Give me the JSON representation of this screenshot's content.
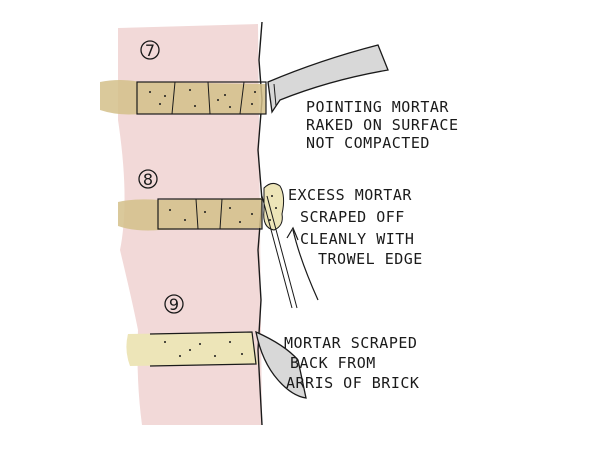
{
  "steps": [
    {
      "number": "7",
      "note": [
        "POINTING MORTAR",
        "RAKED ON SURFACE",
        "NOT COMPACTED"
      ]
    },
    {
      "number": "8",
      "note": [
        "EXCESS MORTAR",
        "SCRAPED OFF",
        "CLEANLY WITH",
        "TROWEL EDGE"
      ]
    },
    {
      "number": "9",
      "note": [
        "MORTAR SCRAPED",
        "BACK FROM",
        "ARRIS OF BRICK"
      ]
    }
  ],
  "colors": {
    "brick": "#f2d9d8",
    "mortar_dark": "#d4c08a",
    "mortar_light": "#ede5b8",
    "tool": "#d8d8d8",
    "ink": "#1a1a1a"
  }
}
